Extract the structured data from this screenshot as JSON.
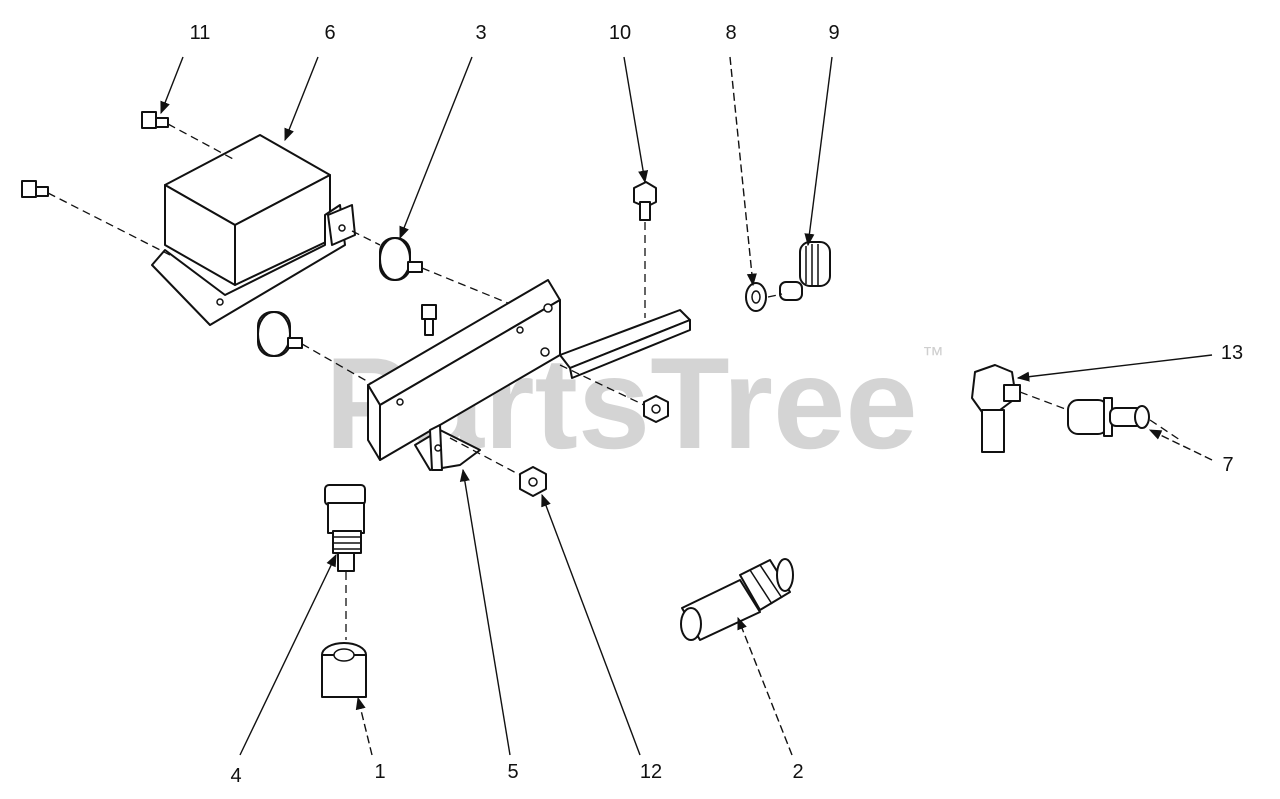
{
  "watermark": {
    "text": "PartsTree",
    "trademark": "™"
  },
  "callouts": [
    {
      "id": "11",
      "label": "11"
    },
    {
      "id": "6",
      "label": "6"
    },
    {
      "id": "3",
      "label": "3"
    },
    {
      "id": "10",
      "label": "10"
    },
    {
      "id": "8",
      "label": "8"
    },
    {
      "id": "9",
      "label": "9"
    },
    {
      "id": "13",
      "label": "13"
    },
    {
      "id": "7",
      "label": "7"
    },
    {
      "id": "4",
      "label": "4"
    },
    {
      "id": "1",
      "label": "1"
    },
    {
      "id": "5",
      "label": "5"
    },
    {
      "id": "12",
      "label": "12"
    },
    {
      "id": "2",
      "label": "2"
    }
  ]
}
